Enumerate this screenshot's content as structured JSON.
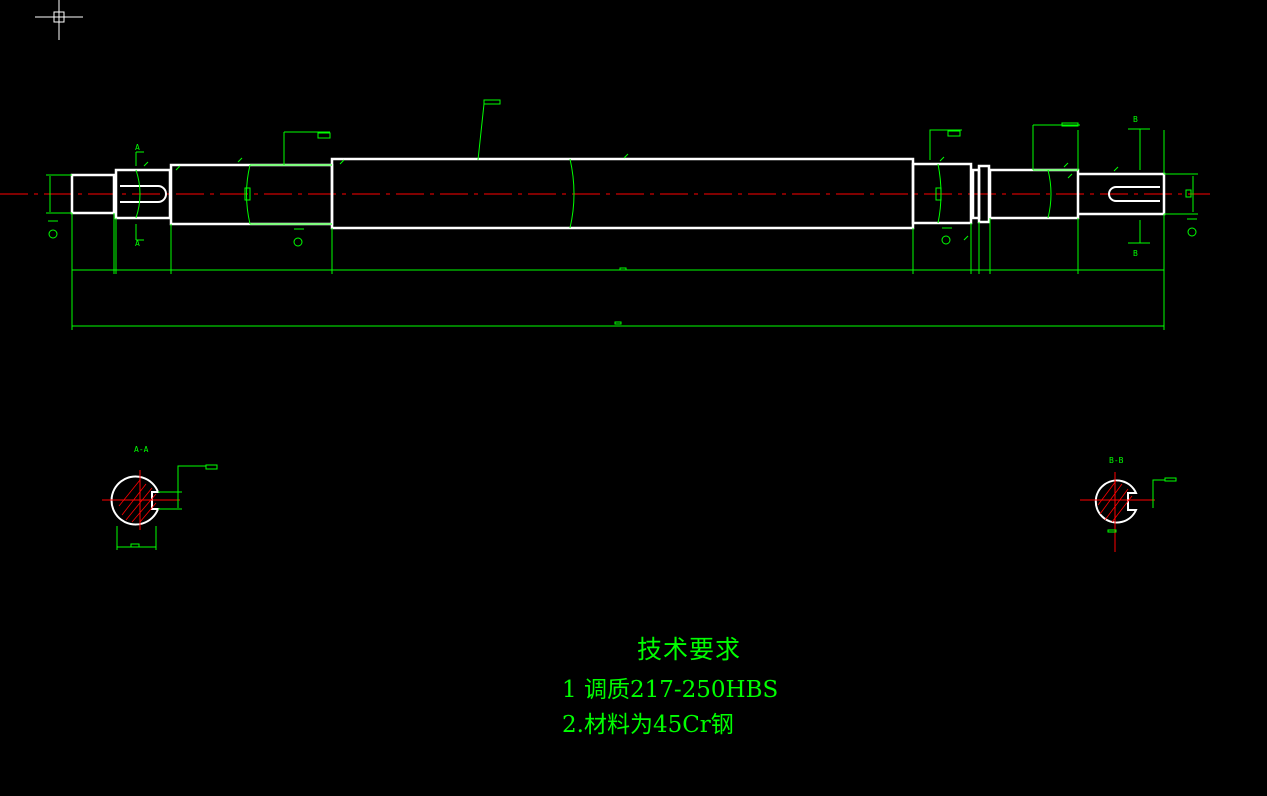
{
  "drawing": {
    "colors": {
      "background": "#000000",
      "outline": "#ffffff",
      "dimension": "#00ff00",
      "centerline": "#ff0000",
      "hatch": "#ff0000"
    },
    "section_labels": {
      "a_top": "A",
      "a_bottom": "A",
      "b_top": "B",
      "b_bottom": "B",
      "a_view": "A-A",
      "b_view": "B-B"
    }
  },
  "notes": {
    "title": "技术要求",
    "line1": "1 调质217-250HBS",
    "line2": "2.材料为45Cr钢"
  }
}
